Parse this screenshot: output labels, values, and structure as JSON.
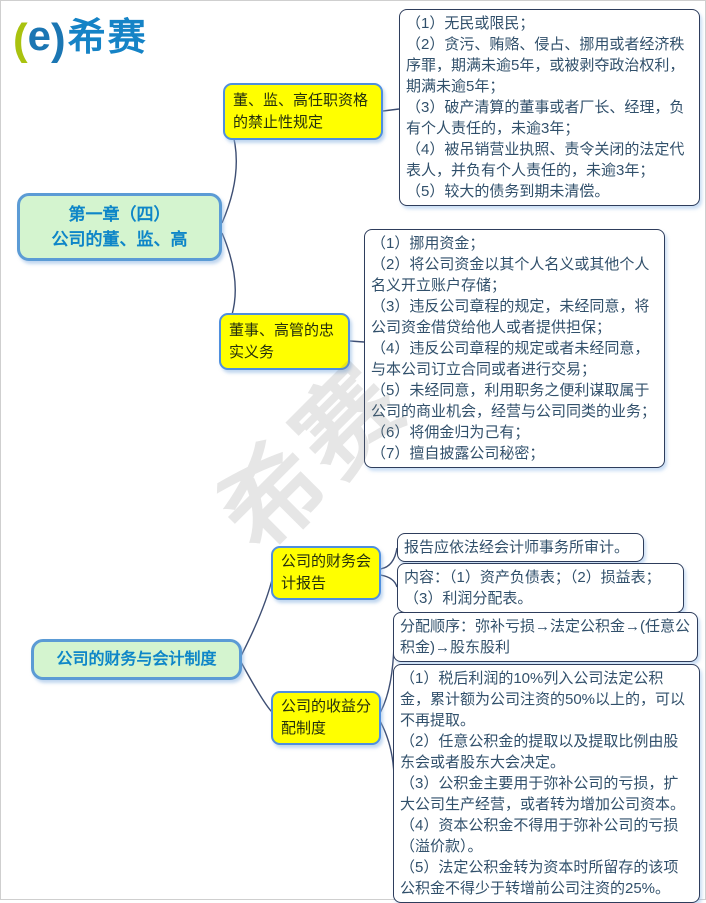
{
  "logo": {
    "paren": "(",
    "e": "e",
    "paren_close": ")",
    "brand": "希赛"
  },
  "watermark": "希赛",
  "colors": {
    "root_fill": "#d4f4cf",
    "root_border": "#5b9bd5",
    "root_text": "#0e86c8",
    "branch_fill": "#ffff00",
    "branch_border": "#4f8fde",
    "leaf_border": "#2e3d5c",
    "leaf_text": "#31506b",
    "connector": "#3d4e73",
    "logo_green": "#a9c20f",
    "logo_blue": "#1583c6"
  },
  "map1": {
    "root": {
      "line1": "第一章（四）",
      "line2": "公司的董、监、高"
    },
    "branch1": {
      "label": "董、监、高任职资格的禁止性规定",
      "leaf": {
        "items": [
          "（1）无民或限民；",
          "（2）贪污、贿赂、侵占、挪用或者经济秩序罪，期满未逾5年，或被剥夺政治权利，期满未逾5年；",
          "（3）破产清算的董事或者厂长、经理，负有个人责任的，未逾3年；",
          "（4）被吊销营业执照、责令关闭的法定代表人，并负有个人责任的，未逾3年；",
          "（5）较大的债务到期未清偿。"
        ]
      }
    },
    "branch2": {
      "label": "董事、高管的忠实义务",
      "leaf": {
        "items": [
          "（1）挪用资金；",
          "（2）将公司资金以其个人名义或其他个人名义开立账户存储；",
          "（3）违反公司章程的规定，未经同意，将公司资金借贷给他人或者提供担保；",
          "（4）违反公司章程的规定或者未经同意，与本公司订立合同或者进行交易；",
          "（5）未经同意，利用职务之便利谋取属于公司的商业机会，经营与公司同类的业务；",
          "（6）将佣金归为己有；",
          "（7）擅自披露公司秘密；"
        ]
      }
    }
  },
  "map2": {
    "root": {
      "label": "公司的财务与会计制度"
    },
    "branch1": {
      "label": "公司的财务会计报告",
      "leaf_audit": "报告应依法经会计师事务所审计。",
      "leaf_content": "内容：（1）资产负债表；（2）损益表；（3）利润分配表。"
    },
    "branch2": {
      "label": "公司的收益分配制度",
      "leaf_order": "分配顺序：弥补亏损→法定公积金→(任意公积金)→股东股利",
      "leaf_rules": {
        "items": [
          "（1）税后利润的10%列入公司法定公积金，累计额为公司注资的50%以上的，可以不再提取。",
          "（2）任意公积金的提取以及提取比例由股东会或者股东大会决定。",
          "（3）公积金主要用于弥补公司的亏损，扩大公司生产经营，或者转为增加公司资本。",
          "（4）资本公积金不得用于弥补公司的亏损（溢价款）。",
          "（5）法定公积金转为资本时所留存的该项公积金不得少于转增前公司注资的25%。"
        ]
      }
    }
  }
}
